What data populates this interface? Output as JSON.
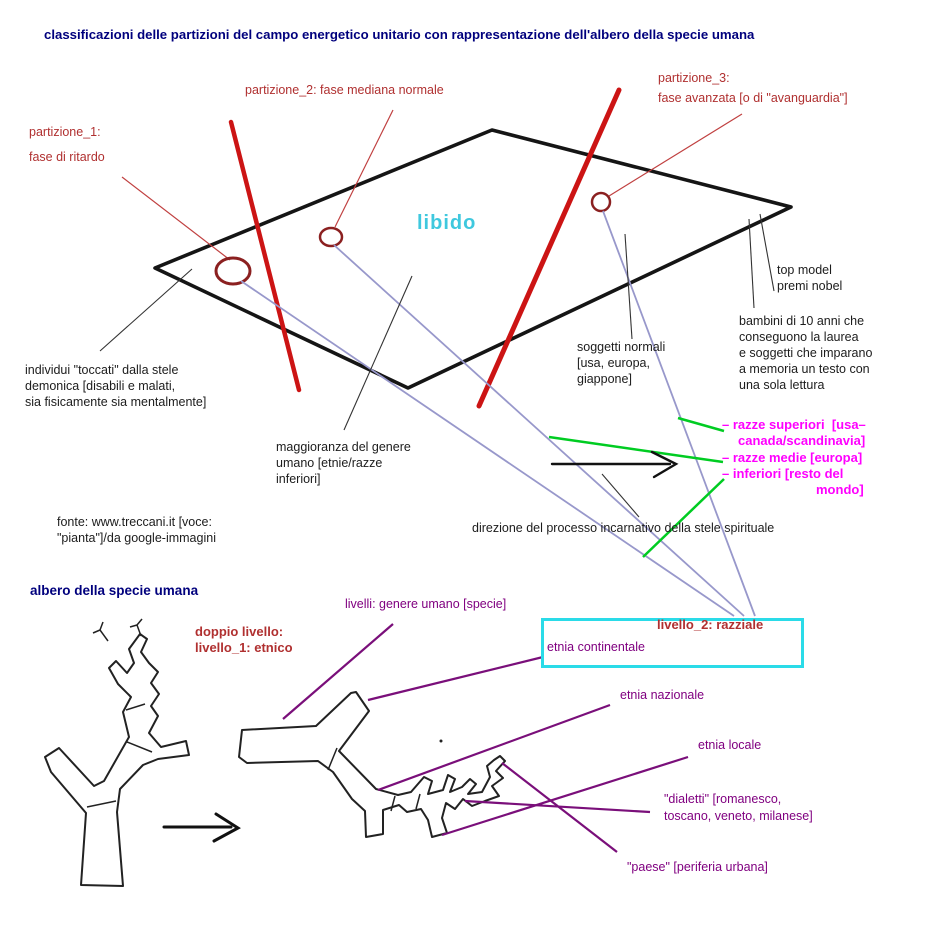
{
  "header": {
    "title": "classificazioni delle partizioni del campo energetico unitario con rappresentazione dell'albero della specie umana"
  },
  "colors": {
    "navy": "#00007d",
    "brick_red": "#b03030",
    "bright_red": "#cc1414",
    "maroon_ellipse": "#8b2020",
    "lavender_line": "#9898cb",
    "green_line": "#00cc22",
    "magenta": "#ff00ff",
    "purple": "#800080",
    "cyan_box_border": "#2adbe8",
    "libido_cyan": "#3fc8de"
  },
  "energy_field": {
    "libido": "libido",
    "partition_1": "partizione_1:\nfase di ritardo",
    "partition_2": "partizione_2: fase mediana normale",
    "partition_3": "partizione_3:\nfase avanzata [o di \"avanguardia\"]",
    "individui": "individui \"toccati\" dalla stele\ndemonica [disabili e malati,\nsia fisicamente sia mentalmente]",
    "maggioranza": "maggioranza del genere\numano [etnie/razze\ninferiori]",
    "soggetti": "soggetti normali\n[usa, europa,\ngiappone]",
    "top_model": "top model\npremi nobel",
    "bambini": "bambini di 10 anni che\nconseguono la laurea\ne soggetti che imparano\na memoria un testo con\nuna sola lettura",
    "razze": {
      "line1": "– razze superiori  [usa–",
      "line2": "canada/scandinavia]",
      "line3": "– razze medie [europa]",
      "line4": "– inferiori [resto del",
      "line5": "mondo]"
    },
    "direzione": "direzione del processo incarnativo della stele spirituale",
    "fonte": "fonte: www.treccani.it [voce:\n\"pianta\"]/da google-immagini"
  },
  "tree_section": {
    "heading": "albero della specie umana",
    "doppio": "doppio livello:\nlivello_1: etnico",
    "livelli": "livelli: genere umano [specie]",
    "box": {
      "title": "livello_2: razziale",
      "etnia_continentale": "etnia continentale"
    },
    "etnia_nazionale": "etnia nazionale",
    "etnia_locale": "etnia locale",
    "dialetti": "\"dialetti\" [romanesco,\ntoscano, veneto, milanese]",
    "paese": "\"paese\" [periferia urbana]"
  }
}
